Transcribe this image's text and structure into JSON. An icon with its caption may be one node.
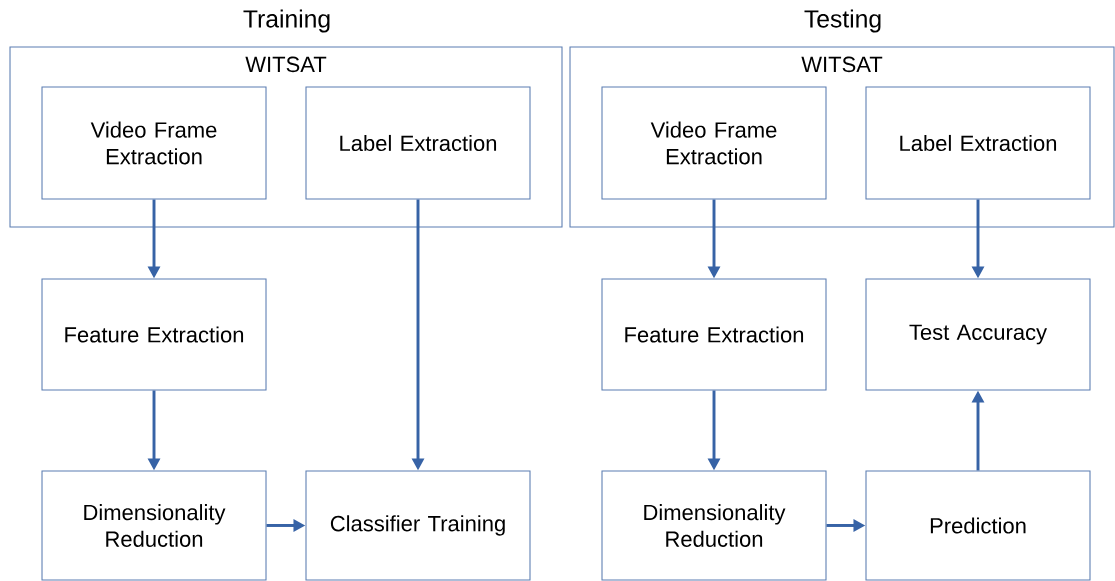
{
  "diagram": {
    "nodes": [
      {
        "text": [
          "WITSAT"
        ]
      },
      {
        "text": [
          "Video Frame Extraction"
        ],
        "in": 0
      },
      {
        "text": [
          "Label Extraction"
        ],
        "in": 0
      },
      {
        "text": [
          "Feature Extraction"
        ]
      },
      {
        "text": [
          "Dimensionality Reduction"
        ]
      },
      {
        "text": [
          "Classifier Training"
        ]
      },
      {
        "text": [
          "WITSAT"
        ]
      },
      {
        "text": [
          "Video Frame Extraction"
        ],
        "in": 6
      },
      {
        "text": [
          "Label Extraction"
        ],
        "in": 6
      },
      {
        "text": [
          "Feature Extraction"
        ]
      },
      {
        "text": [
          "Test Accuracy"
        ]
      },
      {
        "text": [
          "Dimensionality Reduction"
        ]
      },
      {
        "text": [
          "Prediction"
        ]
      }
    ],
    "edges": [
      {
        "from": 1,
        "to": 3,
        "arrow": "to"
      },
      {
        "from": 3,
        "to": 4,
        "arrow": "to"
      },
      {
        "from": 2,
        "to": 5,
        "arrow": "to"
      },
      {
        "from": 4,
        "to": 5,
        "arrow": "to"
      },
      {
        "from": 7,
        "to": 9,
        "arrow": "to"
      },
      {
        "from": 9,
        "to": 11,
        "arrow": "to"
      },
      {
        "from": 8,
        "to": 10,
        "arrow": "to"
      },
      {
        "from": 11,
        "to": 12,
        "arrow": "to"
      },
      {
        "from": 12,
        "to": 10,
        "arrow": "to"
      }
    ],
    "labels": [
      "Training",
      "Testing"
    ]
  }
}
